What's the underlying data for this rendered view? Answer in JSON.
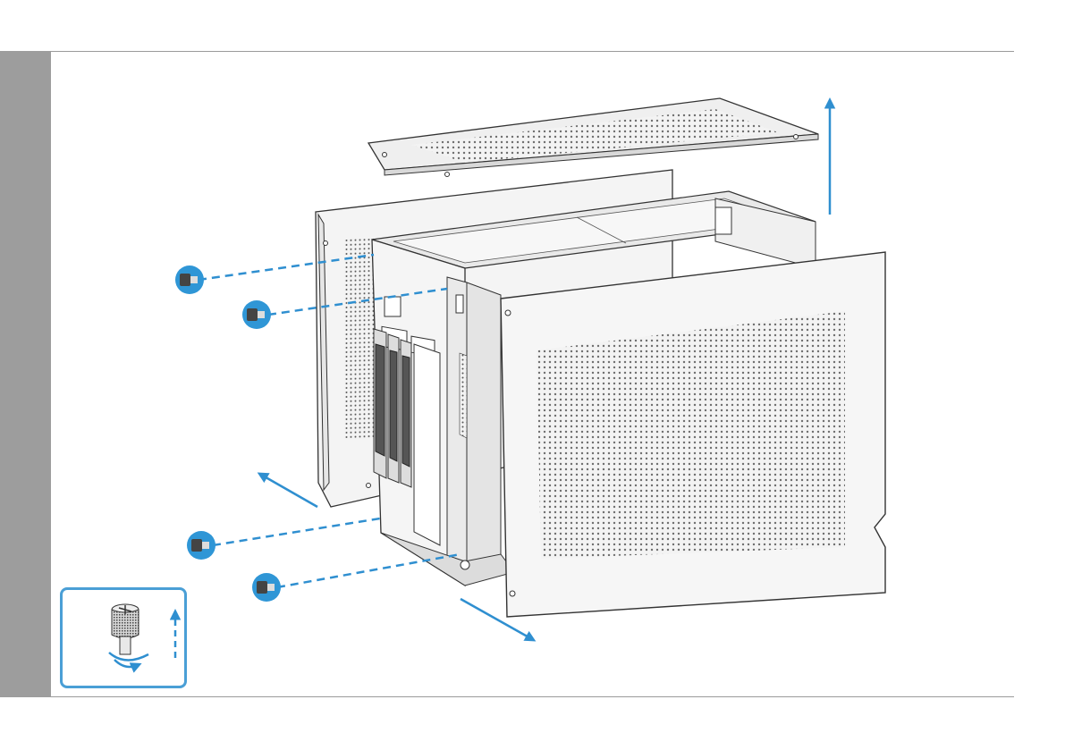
{
  "page": {
    "background": "#ffffff",
    "side_bar_color": "#9d9d9d",
    "rule_color": "#9a9a9a"
  },
  "colors": {
    "arrow": "#2f8fd0",
    "screw_circle": "#2f96d6",
    "panel_fill": "#f2f2f2",
    "outline": "#333333",
    "inset_border": "#4a9fd6"
  },
  "diagram": {
    "subject": "pc-case-exploded-view",
    "chassis_label": "",
    "steps": [
      {
        "part": "top-mesh-panel",
        "direction": "up"
      },
      {
        "part": "left-side-panel",
        "direction": "up-left"
      },
      {
        "part": "right-side-panel",
        "direction": "down-right"
      },
      {
        "part": "thumbscrews",
        "count": 4,
        "direction": "left"
      }
    ],
    "inset": {
      "icon": "thumbscrew-icon",
      "actions": [
        "rotate-counterclockwise",
        "pull-up"
      ]
    }
  }
}
